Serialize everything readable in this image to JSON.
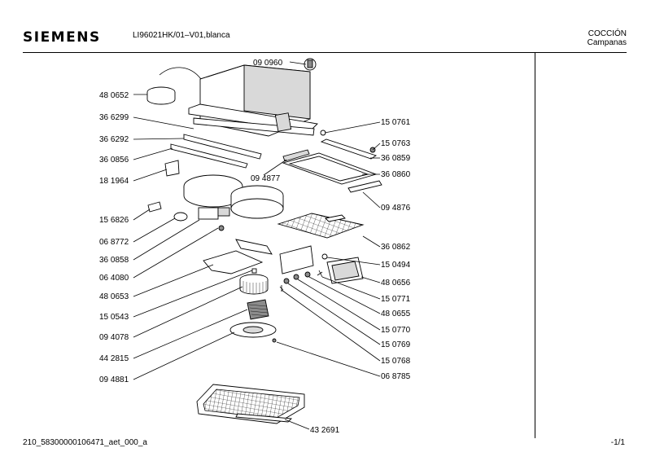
{
  "header": {
    "brand": "SIEMENS",
    "model": "LI96021HK/01–V01,blanca",
    "category_line1": "COCCIÓN",
    "category_line2": "Campanas"
  },
  "footer": {
    "doc_id": "210_58300000106471_aet_000_a",
    "page": "-1/1"
  },
  "parts": [
    {
      "id": "p-090960",
      "label": "09 0960"
    },
    {
      "id": "p-480652",
      "label": "48 0652"
    },
    {
      "id": "p-366299",
      "label": "36 6299"
    },
    {
      "id": "p-366292",
      "label": "36 6292"
    },
    {
      "id": "p-360856",
      "label": "36 0856"
    },
    {
      "id": "p-181964",
      "label": "18 1964"
    },
    {
      "id": "p-094877",
      "label": "09 4877"
    },
    {
      "id": "p-156826",
      "label": "15 6826"
    },
    {
      "id": "p-068772",
      "label": "06 8772"
    },
    {
      "id": "p-360858",
      "label": "36 0858"
    },
    {
      "id": "p-064080",
      "label": "06 4080"
    },
    {
      "id": "p-480653",
      "label": "48 0653"
    },
    {
      "id": "p-150543",
      "label": "15 0543"
    },
    {
      "id": "p-094078",
      "label": "09 4078"
    },
    {
      "id": "p-442815",
      "label": "44 2815"
    },
    {
      "id": "p-094881",
      "label": "09 4881"
    },
    {
      "id": "p-150761",
      "label": "15 0761"
    },
    {
      "id": "p-150763",
      "label": "15 0763"
    },
    {
      "id": "p-360859",
      "label": "36 0859"
    },
    {
      "id": "p-360860",
      "label": "36 0860"
    },
    {
      "id": "p-094876",
      "label": "09 4876"
    },
    {
      "id": "p-360862",
      "label": "36 0862"
    },
    {
      "id": "p-150494",
      "label": "15 0494"
    },
    {
      "id": "p-480656",
      "label": "48 0656"
    },
    {
      "id": "p-150771",
      "label": "15 0771"
    },
    {
      "id": "p-480655",
      "label": "48 0655"
    },
    {
      "id": "p-150770",
      "label": "15 0770"
    },
    {
      "id": "p-150769",
      "label": "15 0769"
    },
    {
      "id": "p-150768",
      "label": "15 0768"
    },
    {
      "id": "p-068785",
      "label": "06 8785"
    },
    {
      "id": "p-432691",
      "label": "43 2691"
    }
  ]
}
